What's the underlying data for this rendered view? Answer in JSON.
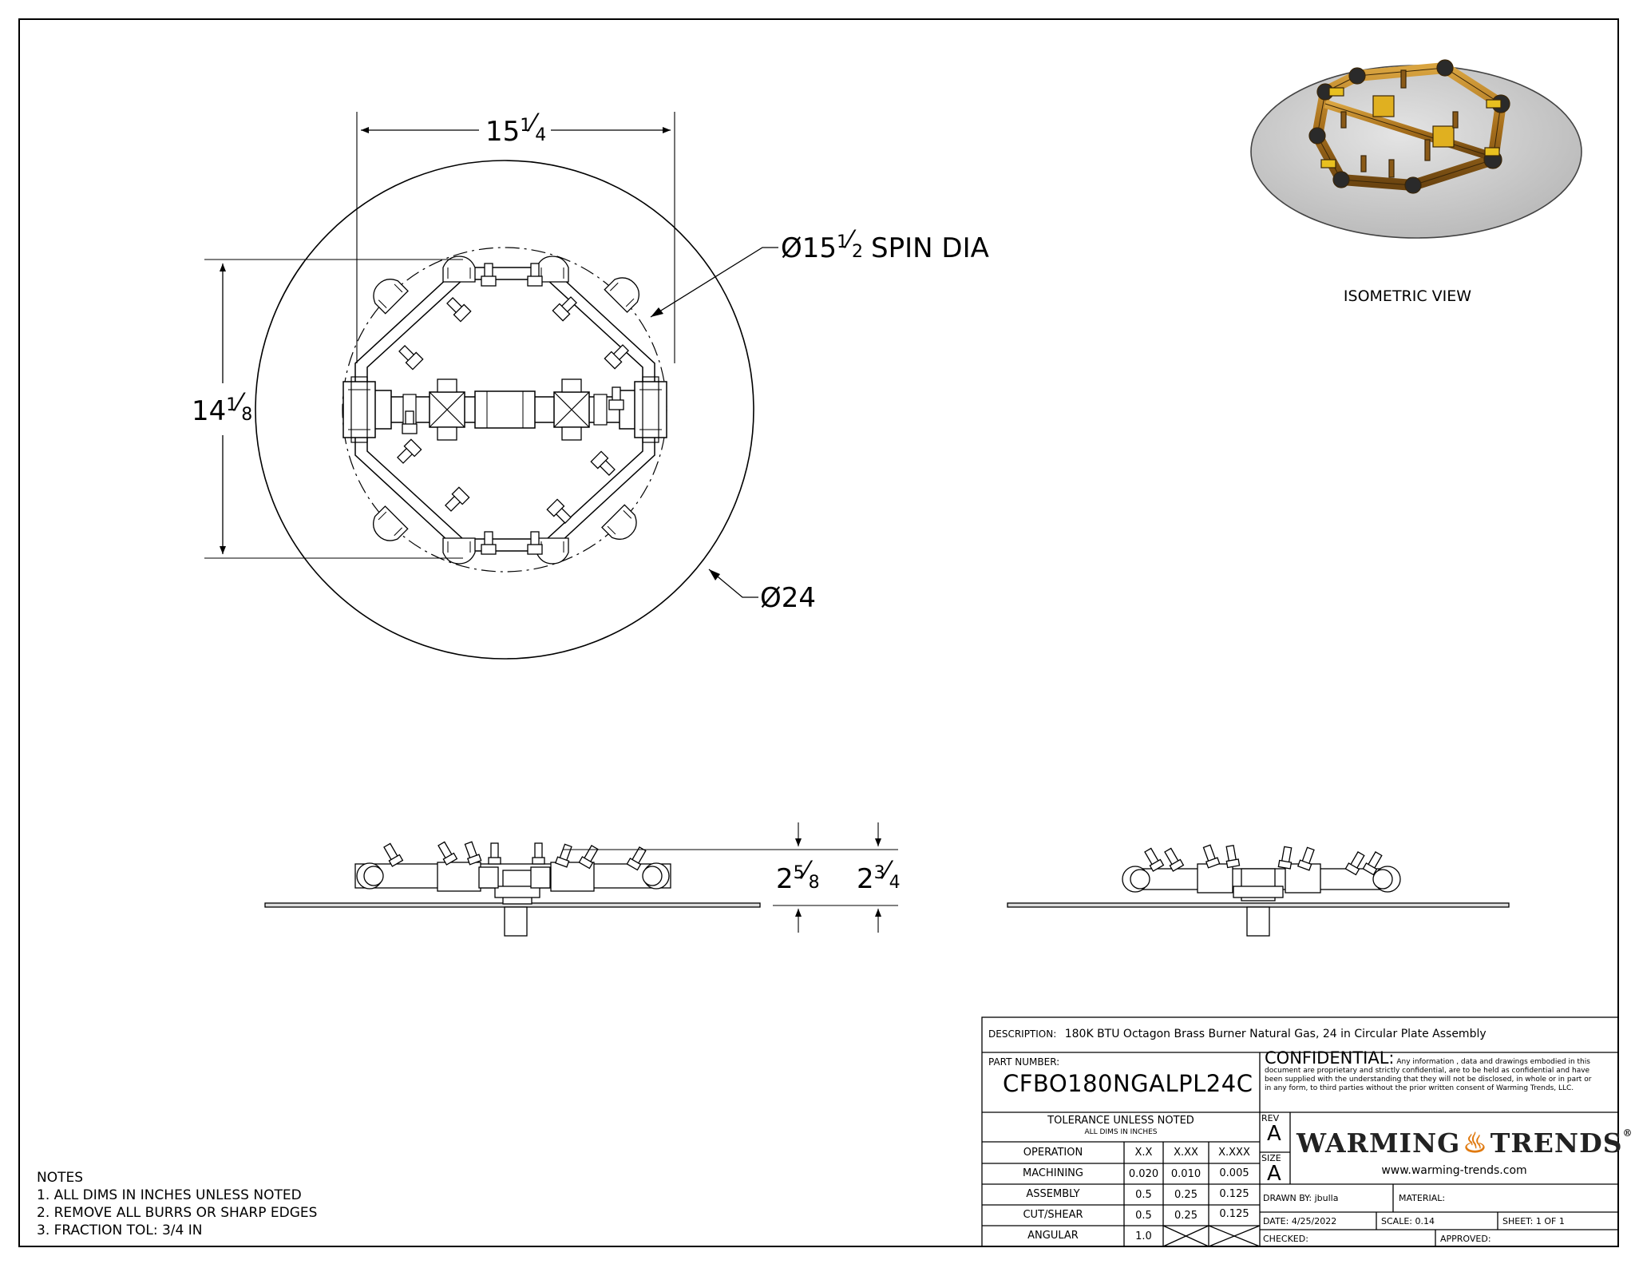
{
  "drawing": {
    "width_dim": {
      "whole": "15",
      "num": "1",
      "den": "4"
    },
    "height_dim": {
      "whole": "14",
      "num": "1",
      "den": "8"
    },
    "spin_dia": {
      "symbol": "Ø",
      "whole": "15",
      "num": "1",
      "den": "2",
      "label": "SPIN DIA"
    },
    "plate_dia": {
      "symbol": "Ø",
      "value": "24"
    },
    "side_dim_a": {
      "whole": "2",
      "num": "5",
      "den": "8"
    },
    "side_dim_b": {
      "whole": "2",
      "num": "3",
      "den": "4"
    },
    "iso_label": "ISOMETRIC VIEW"
  },
  "notes": {
    "title": "NOTES",
    "items": [
      "1. ALL DIMS IN INCHES UNLESS NOTED",
      "2. REMOVE ALL BURRS OR SHARP EDGES",
      "3. FRACTION TOL: 3/4 IN"
    ]
  },
  "title_block": {
    "description_label": "DESCRIPTION:",
    "description": "180K BTU Octagon Brass Burner Natural Gas, 24 in Circular Plate Assembly",
    "part_number_label": "PART NUMBER:",
    "part_number": "CFBO180NGALPL24C",
    "confidential_title": "CONFIDENTIAL:",
    "confidential_lead": "Any information , data and drawings embodied in this",
    "confidential_lines": [
      "document are proprietary and strictly confidential, are to be held as confidential and have",
      "been supplied with the understanding that they will not be disclosed, in whole or in part or",
      "in any form, to third parties without the prior written consent of Warming Trends, LLC."
    ],
    "tolerance_title": "TOLERANCE UNLESS NOTED",
    "tolerance_sub": "ALL DIMS IN INCHES",
    "tol_headers": [
      "OPERATION",
      "X.X",
      "X.XX",
      "X.XXX"
    ],
    "tol_rows": [
      [
        "MACHINING",
        "0.020",
        "0.010",
        "0.005"
      ],
      [
        "ASSEMBLY",
        "0.5",
        "0.25",
        "0.125"
      ],
      [
        "CUT/SHEAR",
        "0.5",
        "0.25",
        "0.125"
      ],
      [
        "ANGULAR",
        "1.0",
        "",
        ""
      ]
    ],
    "rev_label": "REV",
    "rev": "A",
    "size_label": "SIZE",
    "size": "A",
    "logo_text_1": "WARMING",
    "logo_text_2": "TRENDS",
    "logo_reg": "®",
    "website": "www.warming-trends.com",
    "drawn_by": "DRAWN BY: jbulla",
    "material": "MATERIAL:",
    "date": "DATE:   4/25/2022",
    "scale": "SCALE:  0.14",
    "sheet": "SHEET:  1    OF    1",
    "checked": "CHECKED:",
    "approved": "APPROVED:"
  }
}
